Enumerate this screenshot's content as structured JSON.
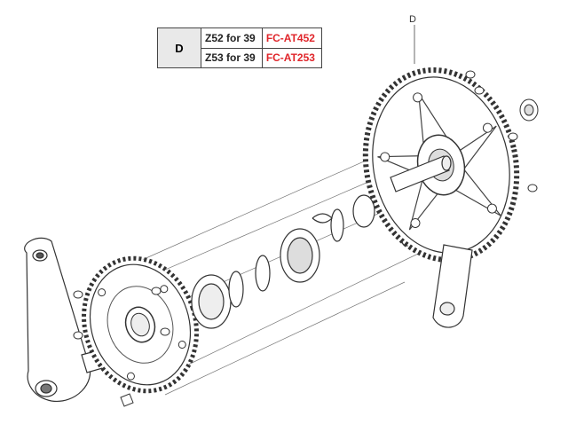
{
  "legend": {
    "key": "D",
    "rows": [
      {
        "spec": "Z52 for 39",
        "code": "FC-AT452"
      },
      {
        "spec": "Z53 for 39",
        "code": "FC-AT253"
      }
    ],
    "code_color": "#e0262b"
  },
  "callout": {
    "label": "D"
  }
}
